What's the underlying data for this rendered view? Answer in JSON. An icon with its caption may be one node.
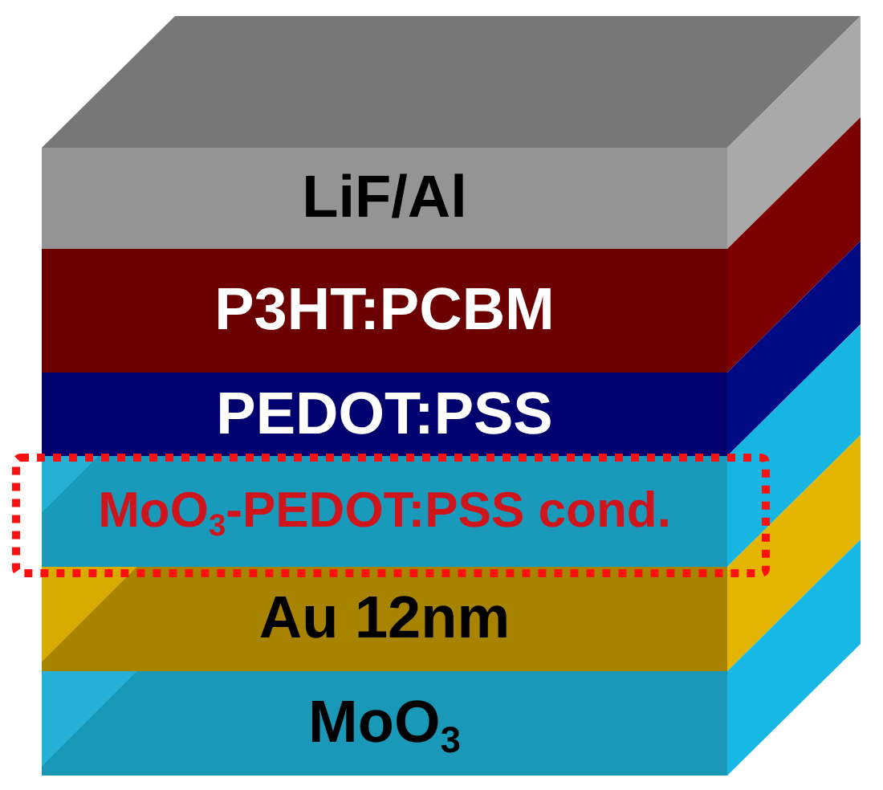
{
  "diagram": {
    "nodes": [
      {
        "text": [
          "LiF/Al"
        ]
      },
      {
        "text": [
          "P3HT:PCBM"
        ]
      },
      {
        "text": [
          "PEDOT:PSS"
        ]
      },
      {
        "text": [
          "MoO$_{3}$-PEDOT:PSS cond."
        ]
      },
      {
        "text": [
          "Au 12nm"
        ]
      },
      {
        "text": [
          "MoO$_{3}$"
        ]
      }
    ]
  }
}
